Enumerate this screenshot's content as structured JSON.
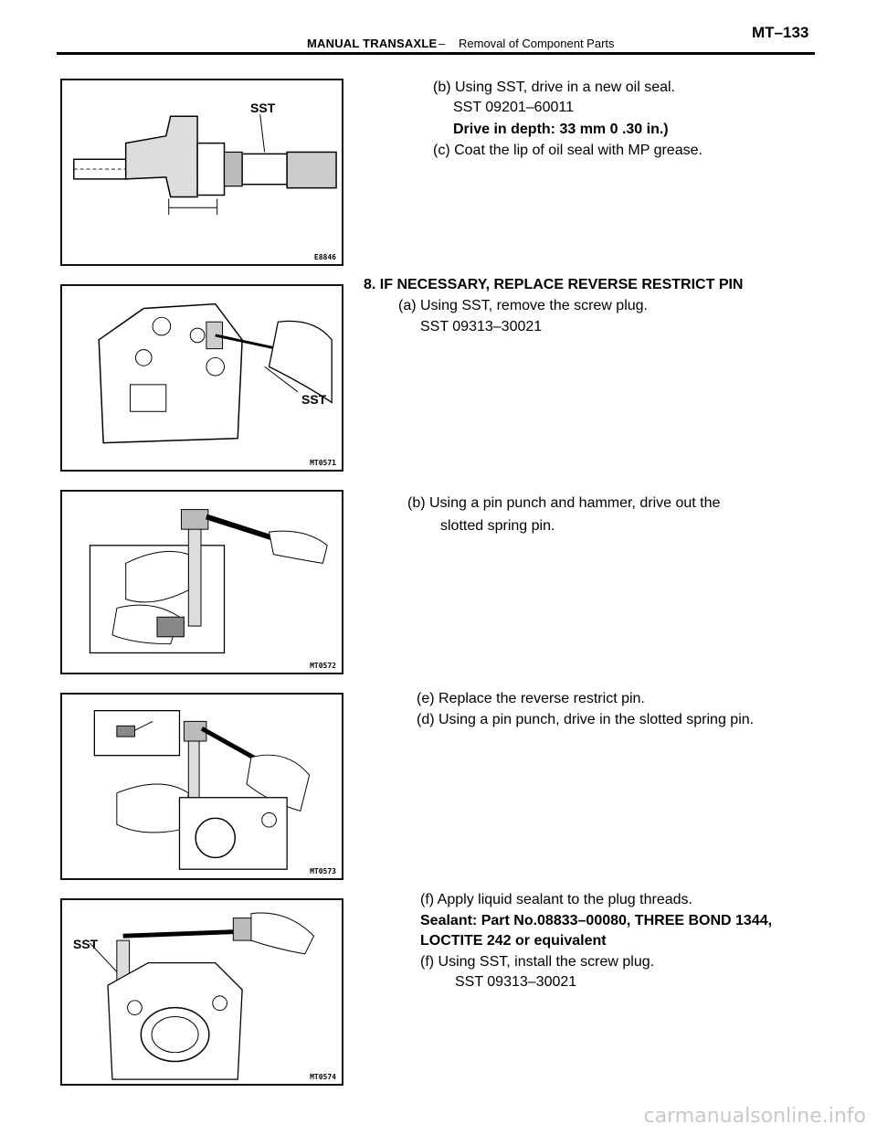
{
  "header": {
    "section": "MANUAL TRANSAXLE",
    "separator": "–",
    "subsection": "Removal of Component Parts",
    "page_number": "MT–133"
  },
  "figures": [
    {
      "code": "E8846",
      "label": "SST"
    },
    {
      "code": "MT0571",
      "label": "SST"
    },
    {
      "code": "MT0572",
      "label": ""
    },
    {
      "code": "MT0573",
      "label": ""
    },
    {
      "code": "MT0574",
      "label": "SST"
    }
  ],
  "block1": {
    "line1": "(b) Using SST, drive in a new oil seal.",
    "line2": "SST  09201–60011",
    "line3": "Drive in depth: 33 mm 0 .30 in.)",
    "line4": "(c) Coat the lip of oil seal with MP grease."
  },
  "block2": {
    "heading": "8. IF NECESSARY, REPLACE REVERSE RESTRICT PIN",
    "line1": "(a) Using SST, remove the screw plug.",
    "line2": "SST  09313–30021"
  },
  "block3": {
    "line1": "(b)  Using  a  pin  punch  and  hammer,  drive  out  the",
    "line2": "slotted spring pin."
  },
  "block4": {
    "line1": "(e) Replace the reverse restrict pin.",
    "line2": "(d) Using a pin punch, drive in the slotted spring pin."
  },
  "block5": {
    "line1": "(f) Apply liquid sealant to the plug threads.",
    "line2": "Sealant: Part No.08833–00080, THREE BOND 1344,",
    "line3": "LOCTITE 242 or equivalent",
    "line4": "(f) Using SST, install the screw plug.",
    "line5": "SST  09313–30021"
  },
  "watermark": "carmanualsonline.info"
}
